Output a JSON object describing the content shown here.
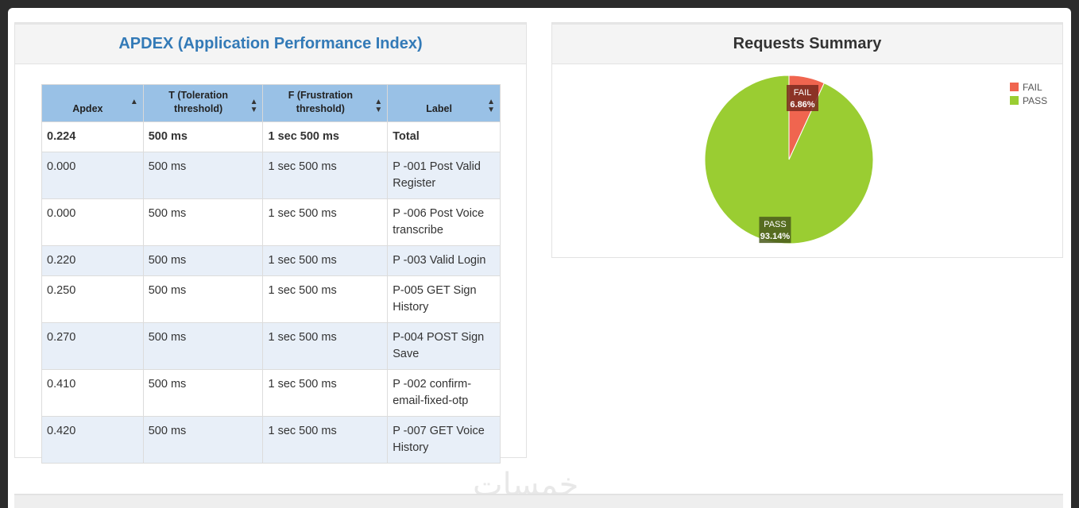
{
  "apdex": {
    "title": "APDEX (Application Performance Index)",
    "headers": [
      "Apdex",
      "T (Toleration threshold)",
      "F (Frustration threshold)",
      "Label"
    ],
    "rows": [
      [
        "0.224",
        "500 ms",
        "1 sec 500 ms",
        "Total"
      ],
      [
        "0.000",
        "500 ms",
        "1 sec 500 ms",
        "P -001 Post Valid Register"
      ],
      [
        "0.000",
        "500 ms",
        "1 sec 500 ms",
        "P -006 Post Voice transcribe"
      ],
      [
        "0.220",
        "500 ms",
        "1 sec 500 ms",
        "P -003 Valid Login"
      ],
      [
        "0.250",
        "500 ms",
        "1 sec 500 ms",
        "P-005 GET Sign History"
      ],
      [
        "0.270",
        "500 ms",
        "1 sec 500 ms",
        "P-004 POST Sign Save"
      ],
      [
        "0.410",
        "500 ms",
        "1 sec 500 ms",
        "P -002 confirm-email-fixed-otp"
      ],
      [
        "0.420",
        "500 ms",
        "1 sec 500 ms",
        "P -007 GET Voice History"
      ]
    ]
  },
  "summary": {
    "title": "Requests Summary"
  },
  "chart_data": {
    "type": "pie",
    "title": "Requests Summary",
    "slices": [
      {
        "label": "FAIL",
        "value": 6.86,
        "display": "6.86%",
        "color": "#f0654f"
      },
      {
        "label": "PASS",
        "value": 93.14,
        "display": "93.14%",
        "color": "#9acd32"
      }
    ],
    "legend": [
      "FAIL",
      "PASS"
    ],
    "legend_position": "top-right"
  },
  "watermark": "خمسات"
}
